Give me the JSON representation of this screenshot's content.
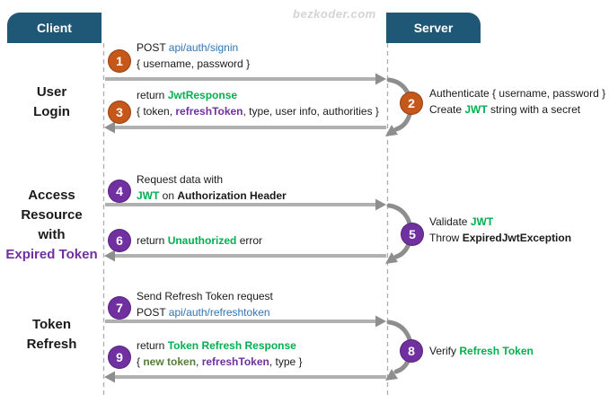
{
  "watermark": "bezkoder.com",
  "actors": {
    "client": "Client",
    "server": "Server"
  },
  "colors": {
    "header-bg": "#1F5776",
    "badge-orange": "#C5571B",
    "badge-purple": "#7030A0",
    "text-blue": "#2E75B6",
    "text-green": "#00B050",
    "text-dark-green": "#538135",
    "text-purple": "#7030A0",
    "arrow-shaft": "#B0B0B0",
    "arrow-head": "#8E8E8E",
    "lifeline": "#ADADAD",
    "watermark": "#D4D4D4"
  },
  "sections": [
    {
      "name": "user-login",
      "lines": [
        [
          {
            "t": "User",
            "c": "plain"
          }
        ],
        [
          {
            "t": "Login",
            "c": "plain"
          }
        ]
      ]
    },
    {
      "name": "access-resource-with-expired-token",
      "lines": [
        [
          {
            "t": "Access",
            "c": "plain"
          }
        ],
        [
          {
            "t": "Resource",
            "c": "plain"
          }
        ],
        [
          {
            "t": "with",
            "c": "plain"
          }
        ],
        [
          {
            "t": "Expired Token",
            "c": "purple"
          }
        ]
      ]
    },
    {
      "name": "token-refresh",
      "lines": [
        [
          {
            "t": "Token",
            "c": "plain"
          }
        ],
        [
          {
            "t": "Refresh",
            "c": "plain"
          }
        ]
      ]
    }
  ],
  "steps": [
    {
      "num": "1",
      "lines": [
        [
          {
            "t": "POST ",
            "c": "plain"
          },
          {
            "t": "api/auth/signin",
            "c": "blue"
          }
        ],
        [
          {
            "t": "{ username, password }",
            "c": "plain"
          }
        ]
      ]
    },
    {
      "num": "2",
      "lines": [
        [
          {
            "t": "Authenticate { username, password }",
            "c": "plain"
          }
        ],
        [
          {
            "t": "Create ",
            "c": "plain"
          },
          {
            "t": "JWT",
            "c": "green"
          },
          {
            "t": " string with a secret",
            "c": "plain"
          }
        ]
      ]
    },
    {
      "num": "3",
      "lines": [
        [
          {
            "t": "return ",
            "c": "plain"
          },
          {
            "t": "JwtResponse",
            "c": "green"
          }
        ],
        [
          {
            "t": "{ token, ",
            "c": "plain"
          },
          {
            "t": "refreshToken",
            "c": "purple"
          },
          {
            "t": ", type, user info, authorities }",
            "c": "plain"
          }
        ]
      ]
    },
    {
      "num": "4",
      "lines": [
        [
          {
            "t": "Request data with",
            "c": "plain"
          }
        ],
        [
          {
            "t": "JWT",
            "c": "green"
          },
          {
            "t": " on ",
            "c": "plain"
          },
          {
            "t": "Authorization Header",
            "c": "bold"
          }
        ]
      ]
    },
    {
      "num": "5",
      "lines": [
        [
          {
            "t": "Validate ",
            "c": "plain"
          },
          {
            "t": "JWT",
            "c": "green"
          }
        ],
        [
          {
            "t": "Throw ",
            "c": "plain"
          },
          {
            "t": "ExpiredJwtException",
            "c": "bold"
          }
        ]
      ]
    },
    {
      "num": "6",
      "lines": [
        [
          {
            "t": "return ",
            "c": "plain"
          },
          {
            "t": "Unauthorized",
            "c": "green"
          },
          {
            "t": " error",
            "c": "plain"
          }
        ]
      ]
    },
    {
      "num": "7",
      "lines": [
        [
          {
            "t": "Send Refresh Token request",
            "c": "plain"
          }
        ],
        [
          {
            "t": "POST ",
            "c": "plain"
          },
          {
            "t": "api/auth/refreshtoken",
            "c": "blue"
          }
        ]
      ]
    },
    {
      "num": "8",
      "lines": [
        [
          {
            "t": "Verify ",
            "c": "plain"
          },
          {
            "t": "Refresh Token",
            "c": "green"
          }
        ]
      ]
    },
    {
      "num": "9",
      "lines": [
        [
          {
            "t": "return ",
            "c": "plain"
          },
          {
            "t": "Token Refresh Response",
            "c": "green"
          }
        ],
        [
          {
            "t": "{ ",
            "c": "plain"
          },
          {
            "t": "new token",
            "c": "dgreen"
          },
          {
            "t": ", ",
            "c": "plain"
          },
          {
            "t": "refreshToken",
            "c": "purple"
          },
          {
            "t": ", type }",
            "c": "plain"
          }
        ]
      ]
    }
  ]
}
